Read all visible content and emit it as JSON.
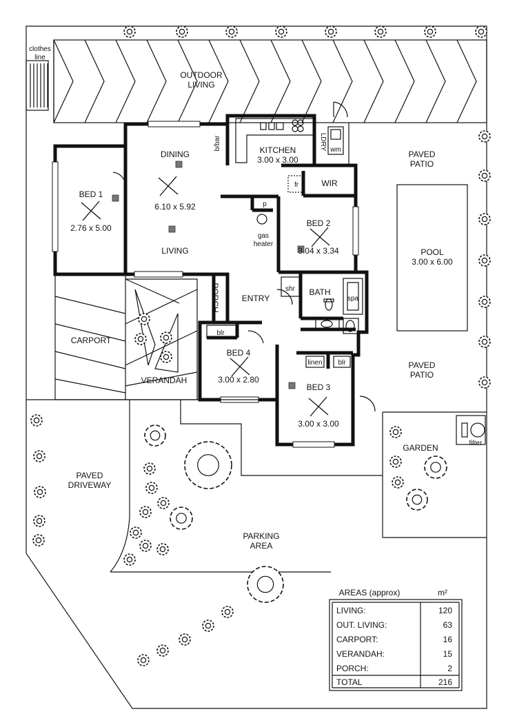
{
  "labels": {
    "clothes_line": [
      "clothes",
      "line"
    ],
    "outdoor_living": [
      "OUTDOOR",
      "LIVING"
    ],
    "kitchen": "KITCHEN",
    "kitchen_dim": "3.00 x 3.00",
    "breakfast_bar": "b/bar",
    "laundry": "LDRY",
    "washing_machine": "wm",
    "fridge": "fr",
    "wir": "WIR",
    "pantry": "p",
    "dining": "DINING",
    "living_dining_dim": "6.10 x 5.92",
    "living": "LIVING",
    "gas_heater": [
      "gas",
      "heater"
    ],
    "bed1": "BED 1",
    "bed1_dim": "2.76 x 5.00",
    "bed2": "BED 2",
    "bed2_dim": "3.04 x 3.34",
    "shower": "shr",
    "bath": "BATH",
    "spa": "spa",
    "porch": "PORCH",
    "entry": "ENTRY",
    "carport": "CARPORT",
    "verandah": "VERANDAH",
    "bed4_robe": "blr",
    "bed4": "BED 4",
    "bed4_dim": "3.00 x 2.80",
    "linen": "linen",
    "bed3_robe": "blr",
    "bed3": "BED 3",
    "bed3_dim": "3.00 x 3.00",
    "paved_patio_top": [
      "PAVED",
      "PATIO"
    ],
    "pool": "POOL",
    "pool_dim": "3.00 x 6.00",
    "paved_patio_bottom": [
      "PAVED",
      "PATIO"
    ],
    "filter": "filter",
    "garden": "GARDEN",
    "paved_driveway": [
      "PAVED",
      "DRIVEWAY"
    ],
    "parking_area": [
      "PARKING",
      "AREA"
    ]
  },
  "areas_table": {
    "title": "AREAS (approx)",
    "unit": "m²",
    "rows": [
      {
        "label": "LIVING:",
        "value": "120"
      },
      {
        "label": "OUT. LIVING:",
        "value": "63"
      },
      {
        "label": "CARPORT:",
        "value": "16"
      },
      {
        "label": "VERANDAH:",
        "value": "15"
      },
      {
        "label": "PORCH:",
        "value": "2"
      }
    ],
    "total": {
      "label": "TOTAL",
      "value": "216"
    }
  }
}
